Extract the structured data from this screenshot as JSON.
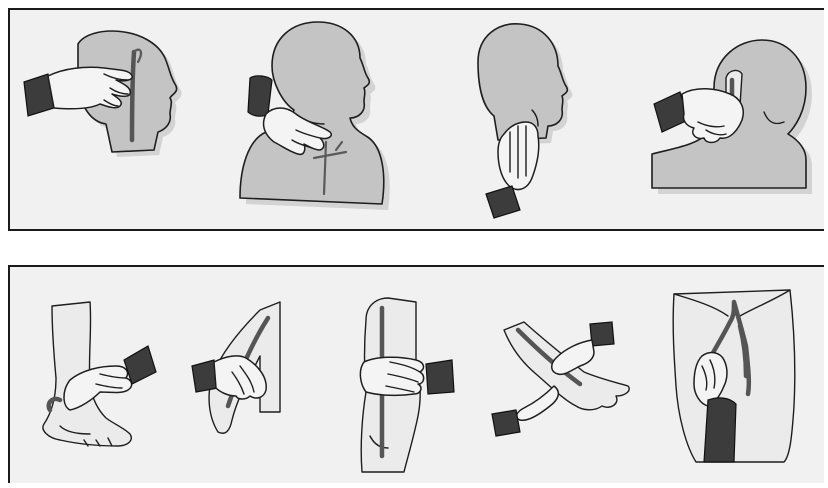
{
  "panels": {
    "top": {
      "figures": [
        {
          "subject": "head-profile-temporal-pulse",
          "hand_icon": "hand-icon"
        },
        {
          "subject": "head-shoulder-carotid-pulse",
          "hand_icon": "hand-icon"
        },
        {
          "subject": "head-facial-pulse",
          "hand_icon": "hand-icon"
        },
        {
          "subject": "head-back-neck-pulse",
          "hand_icon": "hand-icon"
        }
      ]
    },
    "bottom": {
      "figures": [
        {
          "subject": "foot-pedal-pulse",
          "hand_icon": "hand-icon"
        },
        {
          "subject": "knee-popliteal-pulse",
          "hand_icon": "hand-icon"
        },
        {
          "subject": "arm-brachial-pulse",
          "hand_icon": "hand-icon"
        },
        {
          "subject": "wrist-radial-pulse",
          "hand_icon": "hand-icon"
        },
        {
          "subject": "groin-femoral-pulse",
          "hand_icon": "hand-icon"
        }
      ]
    }
  },
  "colors": {
    "panel_bg": "#f1f1f1",
    "panel_border": "#1b1b1b",
    "body_fill": "#c4c4c4",
    "hand_fill": "#f4f4f4",
    "cuff_fill": "#3c3c3c",
    "vessel": "#555555"
  }
}
